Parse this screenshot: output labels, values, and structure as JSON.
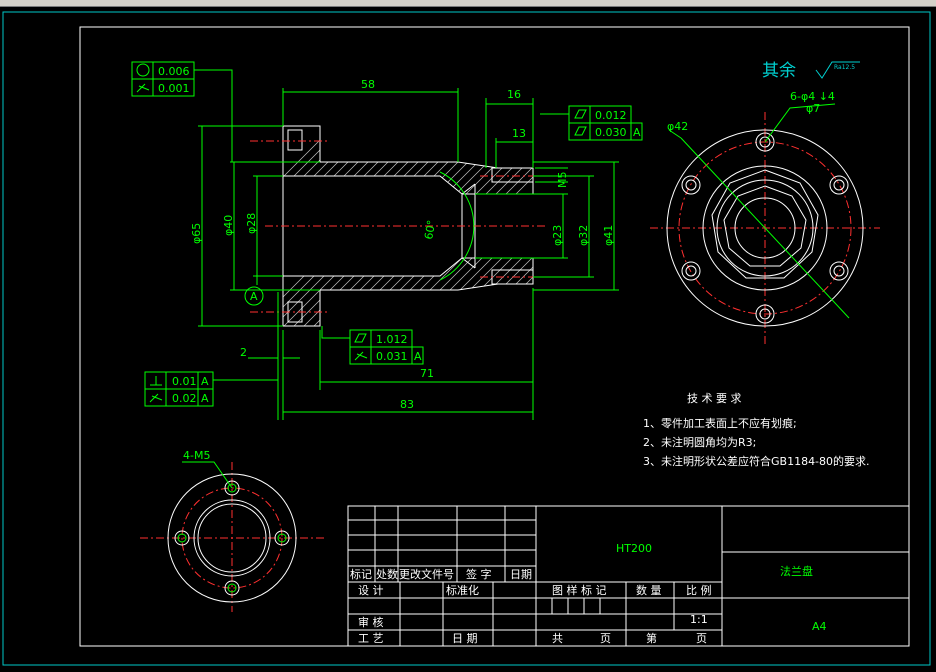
{
  "window": {
    "title_fragment": "..."
  },
  "drawing": {
    "finish_note": "其余",
    "finish_symbol": "Ra12.5",
    "dims": {
      "d58": "58",
      "d16": "16",
      "d13": "13",
      "m5": "M5",
      "phi65": "φ65",
      "phi40": "φ40",
      "phi28": "φ28",
      "phi23": "φ23",
      "phi32": "φ32",
      "phi41": "φ41",
      "angle60": "60°",
      "d2": "2",
      "d71": "71",
      "d83": "83",
      "datum": "A",
      "holes6": "6-φ4 ↓4",
      "phi7": "φ7",
      "phi42": "φ42",
      "holes4": "4-M5"
    },
    "tolerances": {
      "tl1": "0.006",
      "tl2": "0.001",
      "tr1": "0.012",
      "tr2": "0.030",
      "tr2_ref": "A",
      "tm1": "1.012",
      "tm2": "0.031",
      "tm2_ref": "A",
      "bl1": "0.01",
      "bl1_ref": "A",
      "bl2": "0.02",
      "bl2_ref": "A"
    },
    "tech": {
      "title": "技 术 要 求",
      "r1": "1、零件加工表面上不应有划痕;",
      "r2": "2、未注明圆角均为R3;",
      "r3": "3、未注明形状公差应符合GB1184-80的要求."
    },
    "title_block": {
      "material": "HT200",
      "part_name": "法兰盘",
      "size": "A4",
      "h_biaoji": "标记",
      "h_chushu": "处数",
      "h_genggai": "更改文件号",
      "h_qianzi": "签 字",
      "h_riqi": "日期",
      "h_sheji": "设 计",
      "h_biaozhun": "标准化",
      "h_tuyang": "图 样 标 记",
      "h_shuliang": "数 量",
      "h_bili": "比 例",
      "scale": "1:1",
      "h_shenhe": "审 核",
      "h_gongyi": "工 艺",
      "h_riqi2": "日 期",
      "h_gong": "共",
      "h_ye1": "页",
      "h_di": "第",
      "h_ye2": "页"
    }
  }
}
